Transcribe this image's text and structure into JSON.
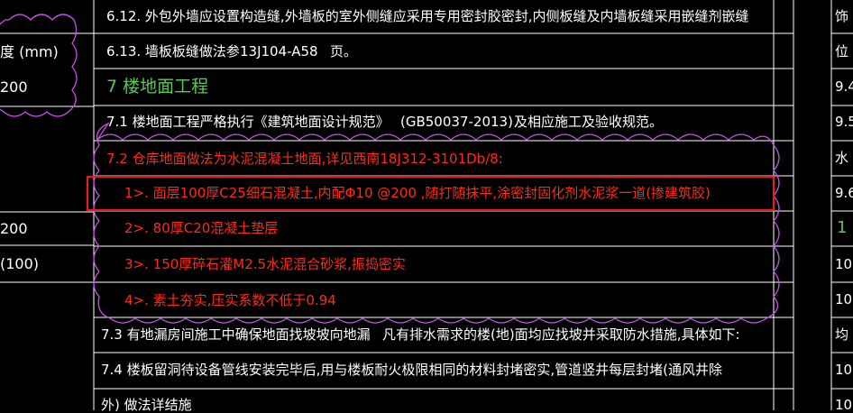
{
  "cad": {
    "colors": {
      "background": "#000000",
      "white_text": "#ffffff",
      "green_heading": "#58c858",
      "red_text": "#ff2a1a",
      "cloud_magenta": "#c850e6",
      "highlight_box": "#e02020",
      "grid_lines": "#ffffff"
    },
    "left_column": {
      "line1": "度 (mm)",
      "line2": "200",
      "line3": "200",
      "line4": "(100)"
    },
    "main": {
      "item_612": "6.12. 外包外墙应设置构造缝,外墙板的室外侧缝应采用专用密封胶密封,内侧板缝及内墙板缝采用嵌缝剂嵌缝",
      "item_613_a": "6.13. 墙板板缝做法参",
      "item_613_b": "13J104-A58",
      "item_613_c": "页。",
      "heading_7": "7 楼地面工程",
      "item_71_a": "7.1  楼地面工程严格执行《建筑地面设计规范》",
      "item_71_b": "(GB50037-2013)",
      "item_71_c": "及相应施工及验收规范。",
      "item_72": "7.2  仓库地面做法为水泥混凝土地面,详见西南18J312-3101Db/8:",
      "sub_1": "1>. 面层100厚C25细石混凝土,内配Φ10 @200 ,随打随抹平,涂密封固化剂水泥浆一道(掺建筑胶)",
      "sub_2": "2>. 80厚C20混凝土垫层",
      "sub_3": "3>. 150厚碎石灌M2.5水泥混合砂浆,振捣密实",
      "sub_4": "4>. 素土夯实,压实系数不低于0.94",
      "item_73_a": "7.3  有地漏房间施工中确保地面找坡坡向地漏",
      "item_73_b": "凡有排水需求的楼(地)面均应找坡并采取防水措施,具体如下:",
      "item_74": "7.4  楼板留洞待设备管线安装完毕后,用与楼板耐火极限相同的材料封堵密实,管道竖井每层封堵(通风井除",
      "item_75_partial": "外)  做法详结施"
    },
    "right_column": {
      "r1": "饰",
      "r2": "位",
      "r3": "9.4",
      "r4": "9.5",
      "r5": "水",
      "r6": "9.6",
      "r7": "1",
      "r8": "10.",
      "r9": "10.",
      "r10": "均",
      "r11": "10.",
      "r12": "10."
    }
  }
}
